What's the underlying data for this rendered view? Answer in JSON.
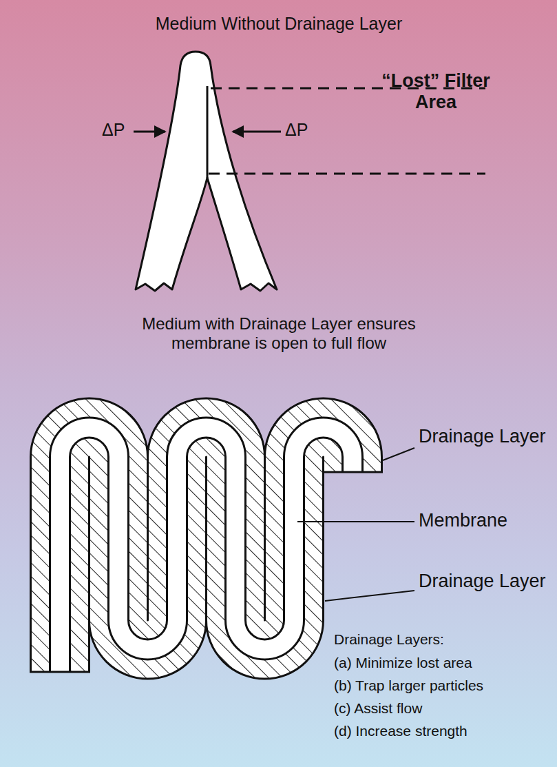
{
  "diagram": {
    "labels": [
      "Medium Without Drainage Layer",
      "ΔP",
      "ΔP",
      "“Lost” Filter Area",
      "Medium with Drainage Layer ensures membrane is open to full flow",
      "Drainage Layer",
      "Membrane",
      "Drainage Layer",
      "Drainage Layers:",
      "(a) Minimize lost area",
      "(b) Trap larger particles",
      "(c) Assist flow",
      "(d) Increase strength"
    ]
  }
}
